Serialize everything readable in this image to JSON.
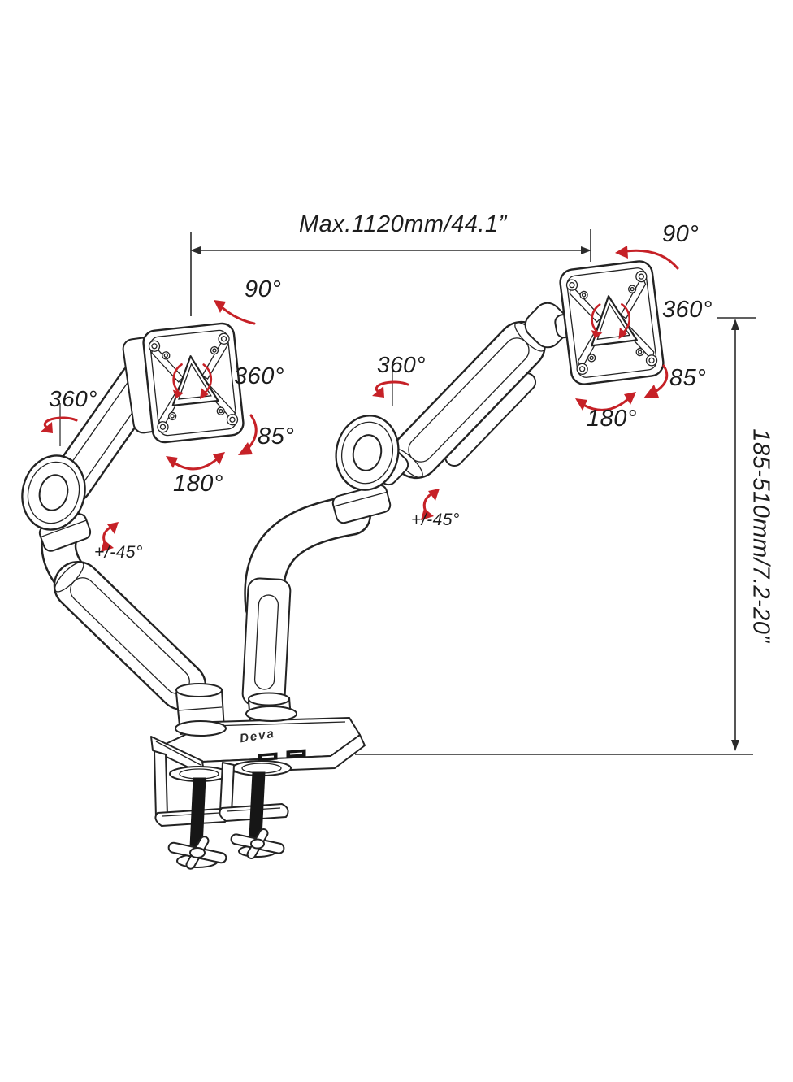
{
  "colors": {
    "line": "#232323",
    "annotation_red": "#c62127",
    "background": "#ffffff"
  },
  "dimension_labels": {
    "max_width": "Max.1120mm/44.1”",
    "height_range": "185-510mm/7.2-20”"
  },
  "left_arm_labels": {
    "vesa_rotate": "90°",
    "vesa_spin": "360°",
    "arm_swivel": "360°",
    "tilt": "85°",
    "pan": "180°",
    "spring_tilt": "+/-45°"
  },
  "right_arm_labels": {
    "vesa_rotate": "90°",
    "vesa_spin": "360°",
    "arm_swivel": "360°",
    "tilt": "85°",
    "pan": "180°",
    "spring_tilt": "+/-45°"
  },
  "base": {
    "logo_text": "Deva",
    "usb_port_count": 2
  }
}
